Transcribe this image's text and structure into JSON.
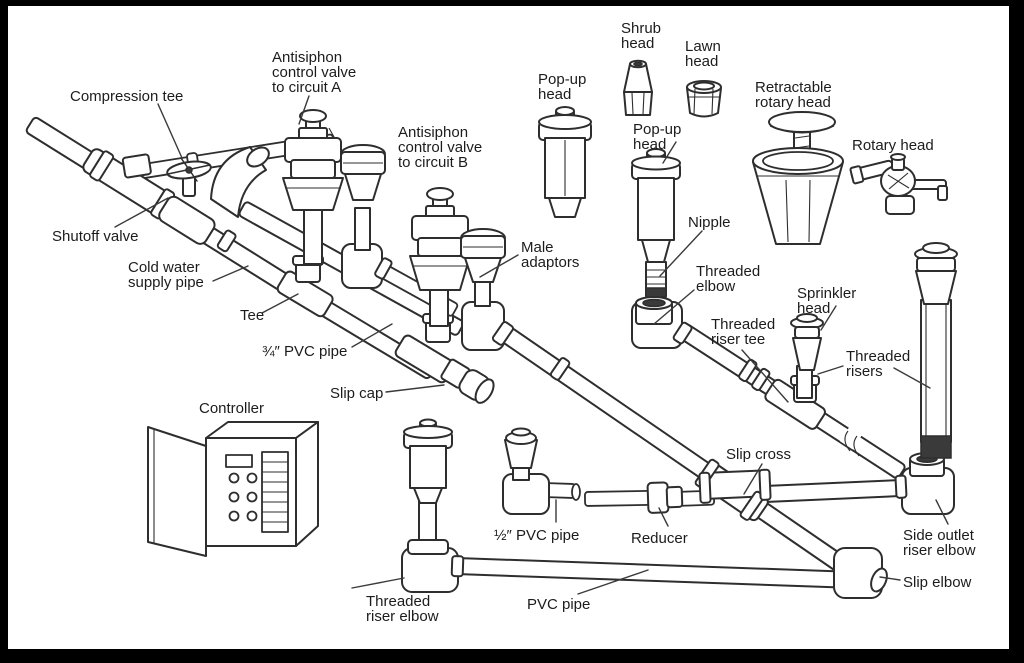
{
  "colors": {
    "ink": "#2e2e2e",
    "paper": "#ffffff",
    "frame": "#000000",
    "dark_fill": "#3a3a3a"
  },
  "labels": {
    "compression_tee": "Compression tee",
    "shutoff_valve": "Shutoff valve",
    "antisiphon_a": [
      "Antisiphon",
      "control valve",
      "to circuit A"
    ],
    "antisiphon_b": [
      "Antisiphon",
      "control valve",
      "to circuit B"
    ],
    "cold_water": [
      "Cold water",
      "supply pipe"
    ],
    "tee": "Tee",
    "pvc_34": "¾″ PVC pipe",
    "slip_cap": "Slip cap",
    "controller": "Controller",
    "male_adaptors": [
      "Male",
      "adaptors"
    ],
    "popup_1": [
      "Pop-up",
      "head"
    ],
    "shrub": [
      "Shrub",
      "head"
    ],
    "lawn": [
      "Lawn",
      "head"
    ],
    "popup_2": [
      "Pop-up",
      "head"
    ],
    "retractable": [
      "Retractable",
      "rotary head"
    ],
    "rotary": "Rotary head",
    "nipple": "Nipple",
    "threaded_elbow": [
      "Threaded",
      "elbow"
    ],
    "threaded_riser_tee": [
      "Threaded",
      "riser tee"
    ],
    "sprinkler_head": [
      "Sprinkler",
      "head"
    ],
    "threaded_risers": [
      "Threaded",
      "risers"
    ],
    "slip_cross": "Slip cross",
    "reducer": "Reducer",
    "pvc_12": "½″ PVC pipe",
    "side_outlet": [
      "Side outlet",
      "riser elbow"
    ],
    "slip_elbow": "Slip elbow",
    "pvc_pipe": "PVC pipe",
    "threaded_riser_elbow": [
      "Threaded",
      "riser elbow"
    ]
  }
}
